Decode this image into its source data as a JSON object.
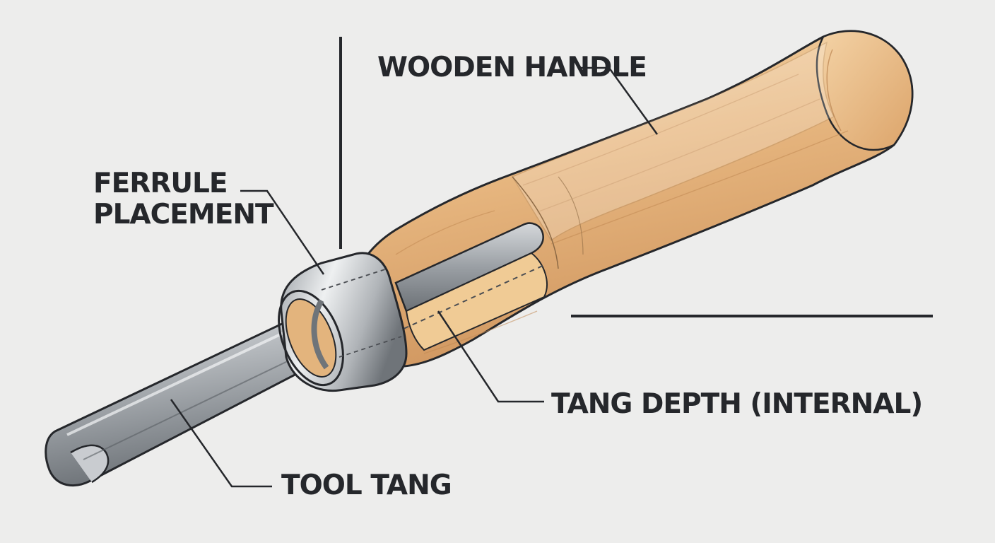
{
  "labels": {
    "wooden_handle": "WOODEN HANDLE",
    "ferrule_line1": "FERRULE",
    "ferrule_line2": "PLACEMENT",
    "tang_depth": "TANG DEPTH (INTERNAL)",
    "tool_tang": "TOOL TANG"
  },
  "colors": {
    "background": "#ededec",
    "outline": "#25272b",
    "wood_light": "#f3d4a8",
    "wood_mid": "#e3b07a",
    "wood_dark": "#c88d55",
    "steel_light": "#dcdfe2",
    "steel_mid": "#a3a8ad",
    "steel_dark": "#5c6166"
  }
}
